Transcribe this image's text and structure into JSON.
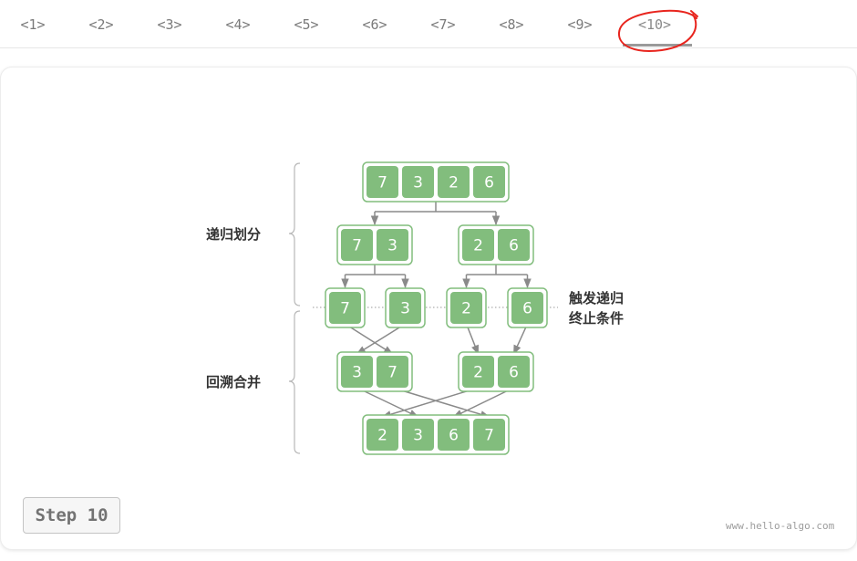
{
  "tabs": [
    {
      "label": "<1>"
    },
    {
      "label": "<2>"
    },
    {
      "label": "<3>"
    },
    {
      "label": "<4>"
    },
    {
      "label": "<5>"
    },
    {
      "label": "<6>"
    },
    {
      "label": "<7>"
    },
    {
      "label": "<8>"
    },
    {
      "label": "<9>"
    },
    {
      "label": "<10>"
    }
  ],
  "active_tab": 10,
  "diagram": {
    "levels": [
      {
        "groups": [
          [
            7,
            3,
            2,
            6
          ]
        ]
      },
      {
        "groups": [
          [
            7,
            3
          ],
          [
            2,
            6
          ]
        ]
      },
      {
        "groups": [
          [
            7
          ],
          [
            3
          ],
          [
            2
          ],
          [
            6
          ]
        ]
      },
      {
        "groups": [
          [
            3,
            7
          ],
          [
            2,
            6
          ]
        ]
      },
      {
        "groups": [
          [
            2,
            3,
            6,
            7
          ]
        ]
      }
    ],
    "labels": {
      "divide": "递归划分",
      "merge": "回溯合并",
      "terminate_line1": "触发递归",
      "terminate_line2": "终止条件"
    }
  },
  "step_badge": "Step 10",
  "watermark": "www.hello-algo.com",
  "colors": {
    "cell_fill": "#82bd7d",
    "cell_text": "#ffffff",
    "group_border": "#82bd7d",
    "arrow": "#8a8a8a",
    "annotation_circle": "#e8251e"
  }
}
